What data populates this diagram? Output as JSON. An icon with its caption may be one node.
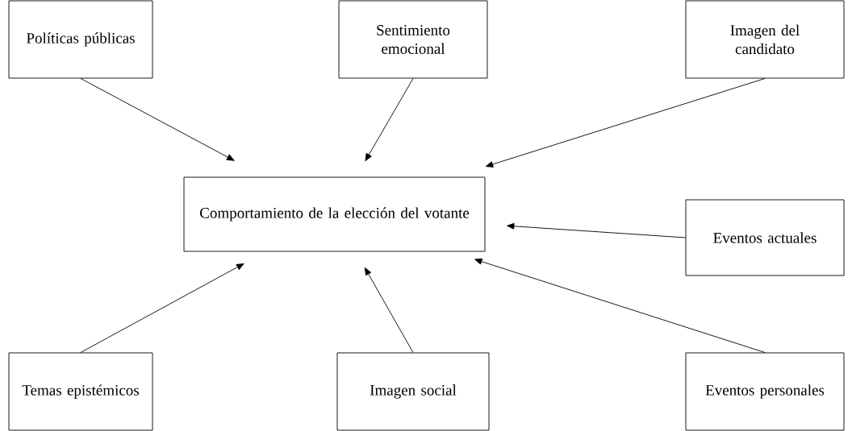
{
  "diagram": {
    "nodes": [
      {
        "text": [
          "Políticas públicas"
        ]
      },
      {
        "text": [
          "Sentimiento emocional"
        ]
      },
      {
        "text": [
          "Imagen del candidato"
        ]
      },
      {
        "text": [
          "Comportamiento de la elección del votante"
        ]
      },
      {
        "text": [
          "Eventos actuales"
        ]
      },
      {
        "text": [
          "Temas epistémicos"
        ]
      },
      {
        "text": [
          "Imagen social"
        ]
      },
      {
        "text": [
          "Eventos personales"
        ]
      }
    ],
    "edges": [
      {
        "from": 0,
        "to": 3,
        "arrow": "to"
      },
      {
        "from": 1,
        "to": 3,
        "arrow": "to"
      },
      {
        "from": 2,
        "to": 3,
        "arrow": "to"
      },
      {
        "from": 4,
        "to": 3,
        "arrow": "to"
      },
      {
        "from": 5,
        "to": 3,
        "arrow": "to"
      },
      {
        "from": 6,
        "to": 3,
        "arrow": "to"
      },
      {
        "from": 7,
        "to": 3,
        "arrow": "to"
      }
    ]
  }
}
